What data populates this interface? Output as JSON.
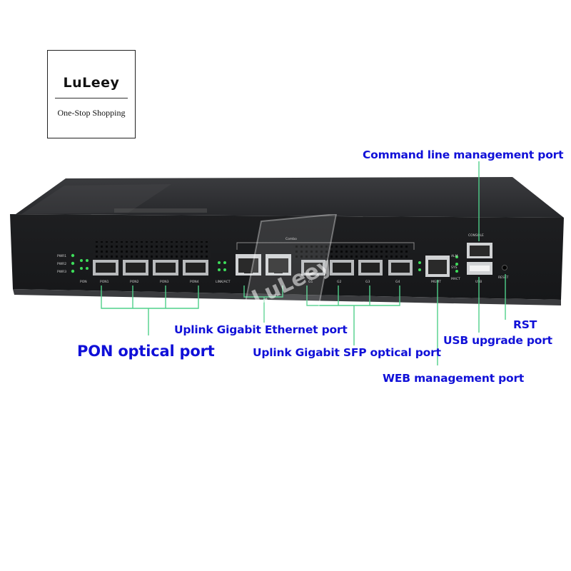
{
  "brand": {
    "name": "LuLeey",
    "tagline": "One-Stop Shopping"
  },
  "labels": {
    "command_line_port": "Command line management port",
    "uplink_ethernet": "Uplink Gigabit Ethernet port",
    "pon_optical": "PON optical port",
    "uplink_sfp": "Uplink Gigabit SFP optical port",
    "web_management": "WEB management port",
    "rst": "RST",
    "usb_upgrade": "USB upgrade port"
  },
  "panel_text": {
    "combo": "Combo",
    "console": "CONSOLE",
    "pon_ports": [
      "PON1",
      "PON2",
      "PON3",
      "PON4"
    ],
    "sfp_ports": [
      "G1",
      "G2",
      "G3",
      "G4"
    ],
    "mgmt": "MGMT",
    "usb": "USB",
    "reset": "RESET",
    "led_labels": [
      "PWR1",
      "PWR2",
      "PWR3"
    ],
    "pon_led_label": "PON",
    "uplink_led_label": "LINK/ACT",
    "status_leds": [
      "ALM",
      "SYS",
      "MACT"
    ]
  },
  "colors": {
    "label_text": "#1010d8",
    "callout_line": "#4fd08a",
    "chassis": "#2a2b2d",
    "led_green": "#3ddc5a"
  }
}
